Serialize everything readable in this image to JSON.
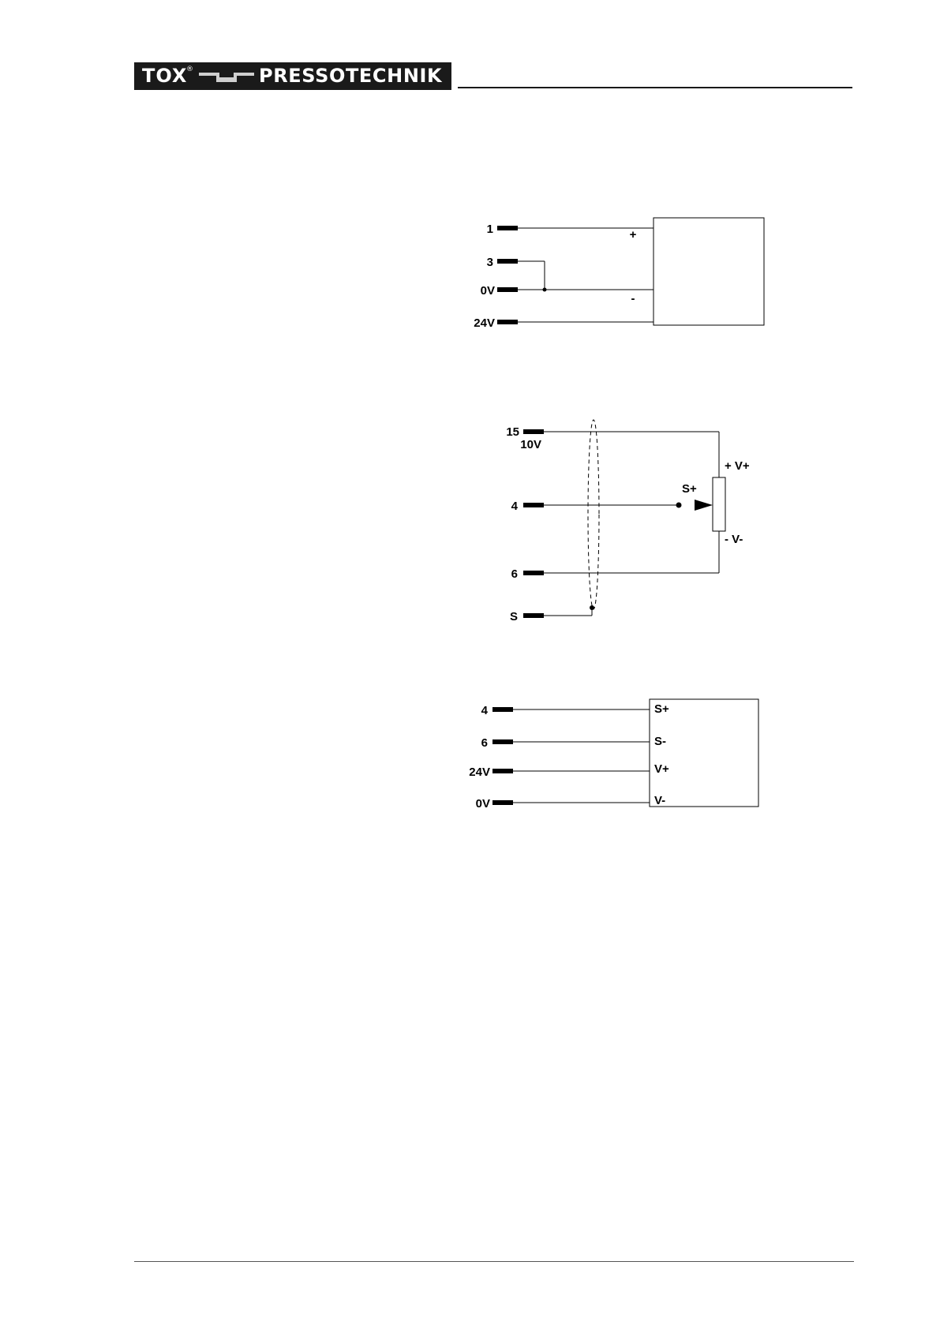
{
  "header": {
    "logo_left": "TOX",
    "logo_reg": "®",
    "logo_right": "PRESSOTECHNIK"
  },
  "diagram1": {
    "terminals": [
      "1",
      "3",
      "0V",
      "24V"
    ],
    "box_labels": [
      "+",
      "-"
    ]
  },
  "diagram2": {
    "terminals": [
      "15",
      "4",
      "6",
      "S"
    ],
    "sub_label": "10V",
    "pot_labels": [
      "+ V+",
      "S+",
      "- V-"
    ]
  },
  "diagram3": {
    "terminals": [
      "4",
      "6",
      "24V",
      "0V"
    ],
    "box_labels": [
      "S+",
      "S-",
      "V+",
      "V-"
    ]
  }
}
